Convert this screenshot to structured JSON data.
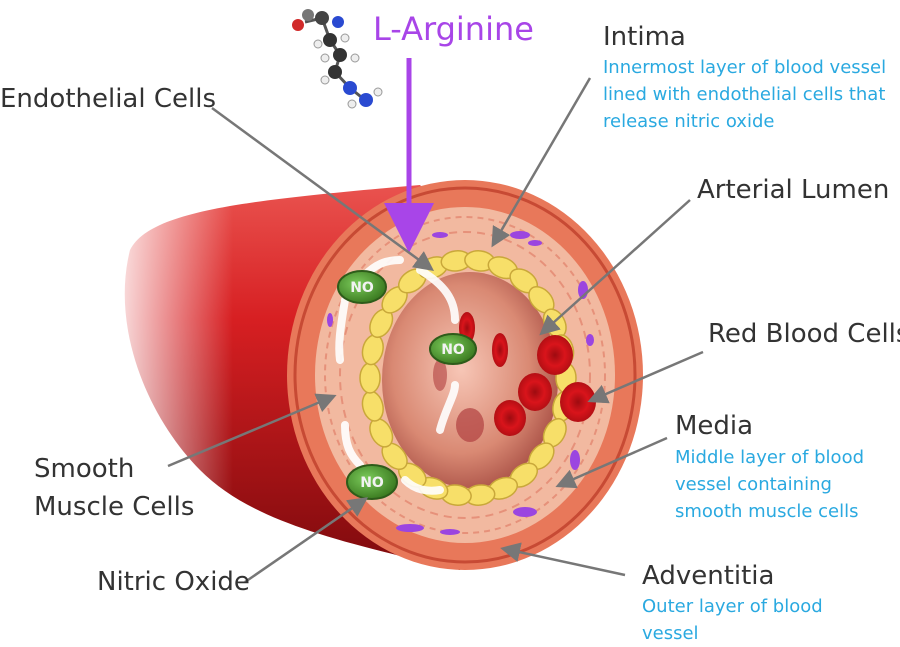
{
  "title_label": "L-Arginine",
  "labels": {
    "intima": "Intima",
    "intima_desc": "Innermost  layer of blood vessel lined with endothelial cells that release nitric oxide",
    "endothelial": "Endothelial Cells",
    "lumen": "Arterial Lumen",
    "rbc": "Red Blood Cells",
    "media": "Media",
    "media_desc": "Middle layer of blood vessel containing smooth muscle cells",
    "smooth_muscle": "Smooth Muscle Cells",
    "nitric_oxide": "Nitric Oxide",
    "adventitia": "Adventitia",
    "adventitia_desc": "Outer layer of blood vessel"
  },
  "no_badge": "NO",
  "colors": {
    "label": "#333333",
    "description": "#2aa9e0",
    "arrow_purple": "#a845e8",
    "vessel_red": "#c8161d",
    "endothelial_yellow": "#f7df69",
    "no_green": "#4a9a2f",
    "leader_gray": "#777777"
  }
}
